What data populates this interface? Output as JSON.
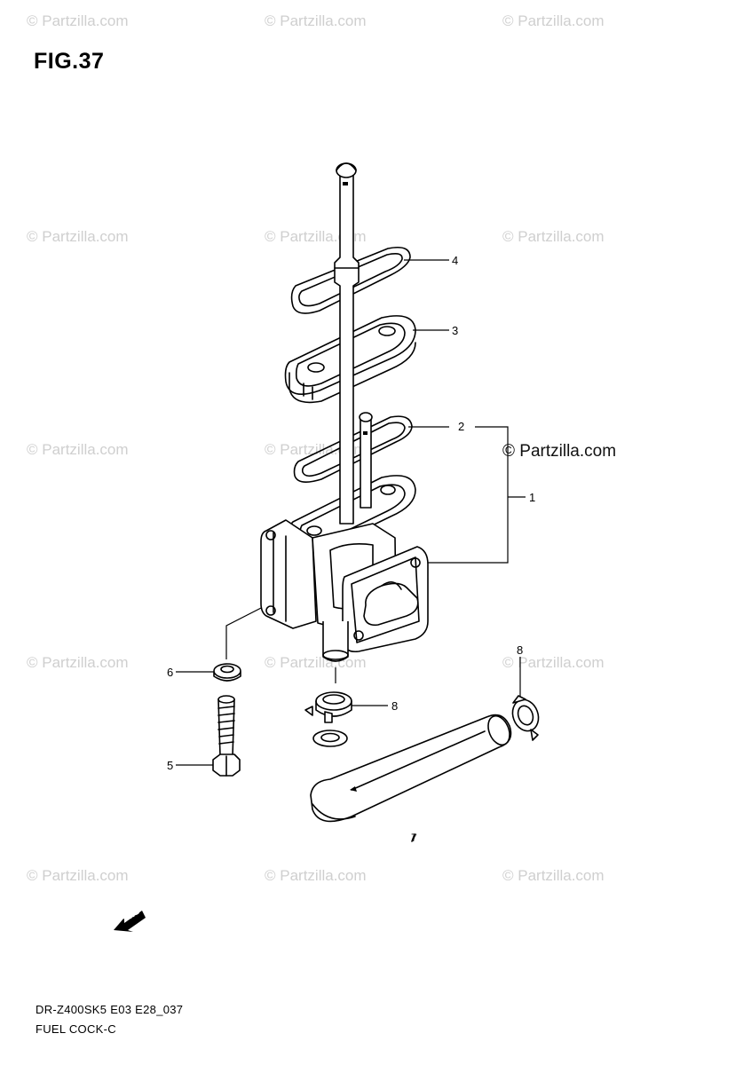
{
  "figure_title": "FIG.37",
  "watermark_text": "© Partzilla.com",
  "callouts": {
    "c1": "1",
    "c2": "2",
    "c3": "3",
    "c4": "4",
    "c5": "5",
    "c6": "6",
    "c7": "7",
    "c8a": "8",
    "c8b": "8"
  },
  "footer": {
    "model_code": "DR-Z400SK5 E03 E28_037",
    "section_name": "FUEL COCK-C"
  },
  "forward_arrow_label": "FWD",
  "icons": {
    "forward_arrow": "fwd-arrow-icon"
  }
}
